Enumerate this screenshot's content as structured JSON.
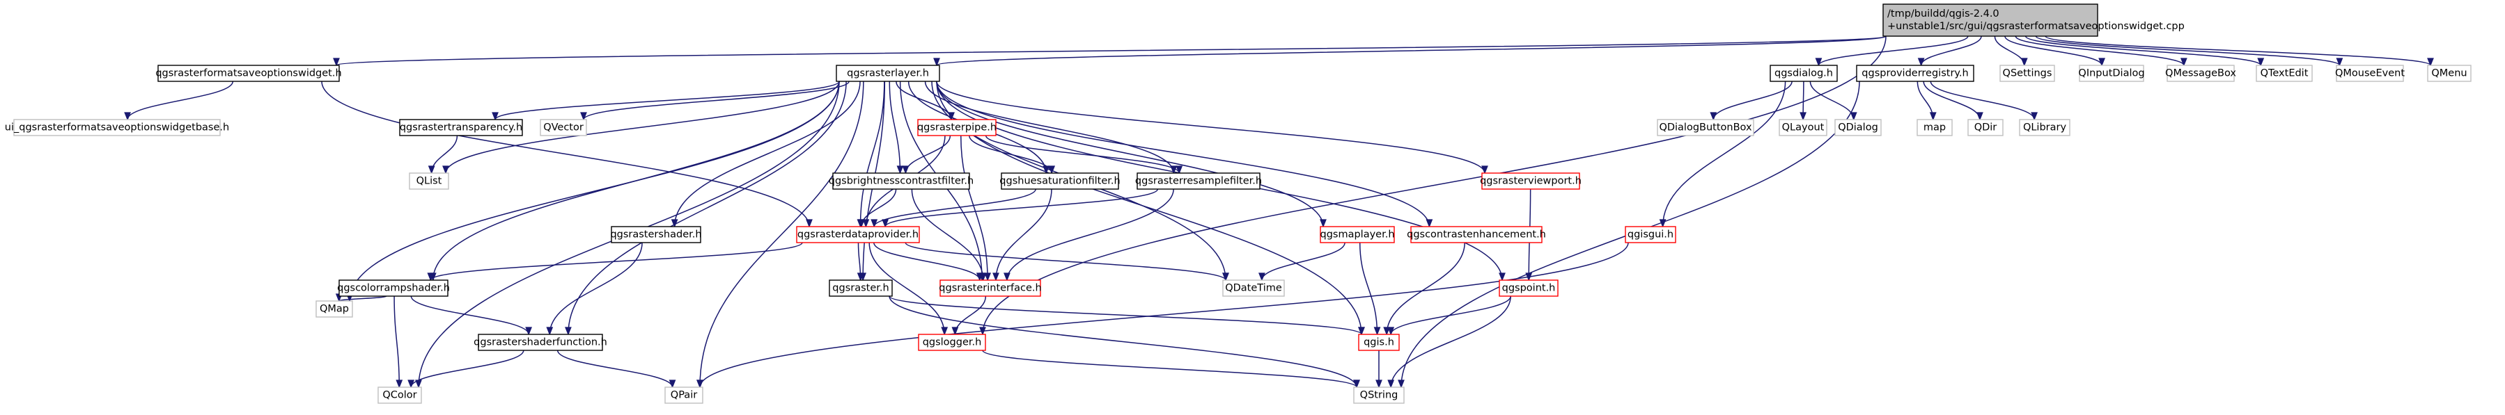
{
  "diagram": {
    "colors": {
      "edge": "#191970",
      "border_black": "#000000",
      "border_gray": "#bfbfbf",
      "border_red": "#ff0000",
      "root_fill": "#bfbfbf",
      "fill": "#ffffff"
    },
    "nodes": [
      {
        "id": "root",
        "lines": [
          "/tmp/buildd/qgis-2.4.0",
          "+unstable1/src/gui/qgsrasterformatsaveoptionswidget.cpp"
        ],
        "style": "root"
      },
      {
        "id": "optionswidget_h",
        "lines": [
          "qgsrasterformatsaveoptionswidget.h"
        ],
        "style": "black"
      },
      {
        "id": "rasterlayer_h",
        "lines": [
          "qgsrasterlayer.h"
        ],
        "style": "black"
      },
      {
        "id": "dialog_h",
        "lines": [
          "qgsdialog.h"
        ],
        "style": "black"
      },
      {
        "id": "providerregistry_h",
        "lines": [
          "qgsproviderregistry.h"
        ],
        "style": "black"
      },
      {
        "id": "qsettings",
        "lines": [
          "QSettings"
        ],
        "style": "gray"
      },
      {
        "id": "qinputdialog",
        "lines": [
          "QInputDialog"
        ],
        "style": "gray"
      },
      {
        "id": "qmessagebox",
        "lines": [
          "QMessageBox"
        ],
        "style": "gray"
      },
      {
        "id": "qtextedit",
        "lines": [
          "QTextEdit"
        ],
        "style": "gray"
      },
      {
        "id": "qmouseevent",
        "lines": [
          "QMouseEvent"
        ],
        "style": "gray"
      },
      {
        "id": "qmenu",
        "lines": [
          "QMenu"
        ],
        "style": "gray"
      },
      {
        "id": "ui_base_h",
        "lines": [
          "ui_qgsrasterformatsaveoptionswidgetbase.h"
        ],
        "style": "gray"
      },
      {
        "id": "rastertransparency_h",
        "lines": [
          "qgsrastertransparency.h"
        ],
        "style": "black"
      },
      {
        "id": "qvector",
        "lines": [
          "QVector"
        ],
        "style": "gray"
      },
      {
        "id": "rasterpipe_h",
        "lines": [
          "qgsrasterpipe.h"
        ],
        "style": "red"
      },
      {
        "id": "rasterviewport_h",
        "lines": [
          "qgsrasterviewport.h"
        ],
        "style": "red"
      },
      {
        "id": "qlist",
        "lines": [
          "QList"
        ],
        "style": "gray"
      },
      {
        "id": "brightness_h",
        "lines": [
          "qgsbrightnesscontrastfilter.h"
        ],
        "style": "black"
      },
      {
        "id": "huesaturation_h",
        "lines": [
          "qgshuesaturationfilter.h"
        ],
        "style": "black"
      },
      {
        "id": "resample_h",
        "lines": [
          "qgsrasterresamplefilter.h"
        ],
        "style": "black"
      },
      {
        "id": "rastershader_h",
        "lines": [
          "qgsrastershader.h"
        ],
        "style": "black"
      },
      {
        "id": "rasterdataprovider_h",
        "lines": [
          "qgsrasterdataprovider.h"
        ],
        "style": "red"
      },
      {
        "id": "maplayer_h",
        "lines": [
          "qgsmaplayer.h"
        ],
        "style": "red"
      },
      {
        "id": "contrast_h",
        "lines": [
          "qgscontrastenhancement.h"
        ],
        "style": "red"
      },
      {
        "id": "colorramp_h",
        "lines": [
          "qgscolorrampshader.h"
        ],
        "style": "black"
      },
      {
        "id": "raster_h",
        "lines": [
          "qgsraster.h"
        ],
        "style": "black"
      },
      {
        "id": "rasterinterface_h",
        "lines": [
          "qgsrasterinterface.h"
        ],
        "style": "red"
      },
      {
        "id": "qdatetime",
        "lines": [
          "QDateTime"
        ],
        "style": "gray"
      },
      {
        "id": "point_h",
        "lines": [
          "qgspoint.h"
        ],
        "style": "red"
      },
      {
        "id": "qmap",
        "lines": [
          "QMap"
        ],
        "style": "gray"
      },
      {
        "id": "shaderfunction_h",
        "lines": [
          "qgsrastershaderfunction.h"
        ],
        "style": "black"
      },
      {
        "id": "logger_h",
        "lines": [
          "qgslogger.h"
        ],
        "style": "red"
      },
      {
        "id": "qgis_h",
        "lines": [
          "qgis.h"
        ],
        "style": "red"
      },
      {
        "id": "qcolor",
        "lines": [
          "QColor"
        ],
        "style": "gray"
      },
      {
        "id": "qpair",
        "lines": [
          "QPair"
        ],
        "style": "gray"
      },
      {
        "id": "qstring",
        "lines": [
          "QString"
        ],
        "style": "gray"
      },
      {
        "id": "qdialogbuttonbox",
        "lines": [
          "QDialogButtonBox"
        ],
        "style": "gray"
      },
      {
        "id": "qlayout",
        "lines": [
          "QLayout"
        ],
        "style": "gray"
      },
      {
        "id": "qdialog",
        "lines": [
          "QDialog"
        ],
        "style": "gray"
      },
      {
        "id": "qgisgui_h",
        "lines": [
          "qgisgui.h"
        ],
        "style": "red"
      },
      {
        "id": "map",
        "lines": [
          "map"
        ],
        "style": "gray"
      },
      {
        "id": "qdir",
        "lines": [
          "QDir"
        ],
        "style": "gray"
      },
      {
        "id": "qlibrary",
        "lines": [
          "QLibrary"
        ],
        "style": "gray"
      }
    ],
    "edges": [
      [
        "root",
        "optionswidget_h"
      ],
      [
        "root",
        "rasterlayer_h"
      ],
      [
        "root",
        "dialog_h"
      ],
      [
        "root",
        "providerregistry_h"
      ],
      [
        "root",
        "qsettings"
      ],
      [
        "root",
        "qinputdialog"
      ],
      [
        "root",
        "qmessagebox"
      ],
      [
        "root",
        "qtextedit"
      ],
      [
        "root",
        "qmouseevent"
      ],
      [
        "root",
        "qmenu"
      ],
      [
        "root",
        "logger_h"
      ],
      [
        "optionswidget_h",
        "ui_base_h"
      ],
      [
        "optionswidget_h",
        "rasterdataprovider_h"
      ],
      [
        "rasterlayer_h",
        "rastertransparency_h"
      ],
      [
        "rasterlayer_h",
        "qvector"
      ],
      [
        "rasterlayer_h",
        "rasterpipe_h"
      ],
      [
        "rasterlayer_h",
        "rasterviewport_h"
      ],
      [
        "rasterlayer_h",
        "qlist"
      ],
      [
        "rasterlayer_h",
        "brightness_h"
      ],
      [
        "rasterlayer_h",
        "huesaturation_h"
      ],
      [
        "rasterlayer_h",
        "resample_h"
      ],
      [
        "rasterlayer_h",
        "rastershader_h"
      ],
      [
        "rasterlayer_h",
        "rasterdataprovider_h"
      ],
      [
        "rasterlayer_h",
        "maplayer_h"
      ],
      [
        "rasterlayer_h",
        "contrast_h"
      ],
      [
        "rasterlayer_h",
        "colorramp_h"
      ],
      [
        "rasterlayer_h",
        "raster_h"
      ],
      [
        "rasterlayer_h",
        "rasterinterface_h"
      ],
      [
        "rasterlayer_h",
        "qdatetime"
      ],
      [
        "rasterlayer_h",
        "point_h"
      ],
      [
        "rasterlayer_h",
        "qmap"
      ],
      [
        "rasterlayer_h",
        "shaderfunction_h"
      ],
      [
        "rasterlayer_h",
        "qgis_h"
      ],
      [
        "rasterlayer_h",
        "qcolor"
      ],
      [
        "rasterlayer_h",
        "qpair"
      ],
      [
        "rastertransparency_h",
        "qlist"
      ],
      [
        "rasterpipe_h",
        "brightness_h"
      ],
      [
        "rasterpipe_h",
        "huesaturation_h"
      ],
      [
        "rasterpipe_h",
        "resample_h"
      ],
      [
        "rasterpipe_h",
        "rasterdataprovider_h"
      ],
      [
        "rasterpipe_h",
        "rasterinterface_h"
      ],
      [
        "brightness_h",
        "rasterdataprovider_h"
      ],
      [
        "brightness_h",
        "rasterinterface_h"
      ],
      [
        "huesaturation_h",
        "rasterdataprovider_h"
      ],
      [
        "huesaturation_h",
        "rasterinterface_h"
      ],
      [
        "resample_h",
        "rasterdataprovider_h"
      ],
      [
        "resample_h",
        "rasterinterface_h"
      ],
      [
        "rasterdataprovider_h",
        "colorramp_h"
      ],
      [
        "rasterdataprovider_h",
        "raster_h"
      ],
      [
        "rasterdataprovider_h",
        "rasterinterface_h"
      ],
      [
        "rasterdataprovider_h",
        "qdatetime"
      ],
      [
        "rasterdataprovider_h",
        "logger_h"
      ],
      [
        "rastershader_h",
        "shaderfunction_h"
      ],
      [
        "colorramp_h",
        "qmap"
      ],
      [
        "colorramp_h",
        "qcolor"
      ],
      [
        "colorramp_h",
        "shaderfunction_h"
      ],
      [
        "shaderfunction_h",
        "qcolor"
      ],
      [
        "shaderfunction_h",
        "qpair"
      ],
      [
        "raster_h",
        "qgis_h"
      ],
      [
        "raster_h",
        "qstring"
      ],
      [
        "rasterinterface_h",
        "logger_h"
      ],
      [
        "maplayer_h",
        "qdatetime"
      ],
      [
        "maplayer_h",
        "qgis_h"
      ],
      [
        "contrast_h",
        "qgis_h"
      ],
      [
        "rasterviewport_h",
        "point_h"
      ],
      [
        "point_h",
        "qgis_h"
      ],
      [
        "point_h",
        "qstring"
      ],
      [
        "logger_h",
        "qstring"
      ],
      [
        "qgis_h",
        "qstring"
      ],
      [
        "dialog_h",
        "qdialogbuttonbox"
      ],
      [
        "dialog_h",
        "qlayout"
      ],
      [
        "dialog_h",
        "qdialog"
      ],
      [
        "dialog_h",
        "qgisgui_h"
      ],
      [
        "qgisgui_h",
        "qpair"
      ],
      [
        "providerregistry_h",
        "map"
      ],
      [
        "providerregistry_h",
        "qdir"
      ],
      [
        "providerregistry_h",
        "qlibrary"
      ],
      [
        "providerregistry_h",
        "qstring"
      ]
    ]
  }
}
